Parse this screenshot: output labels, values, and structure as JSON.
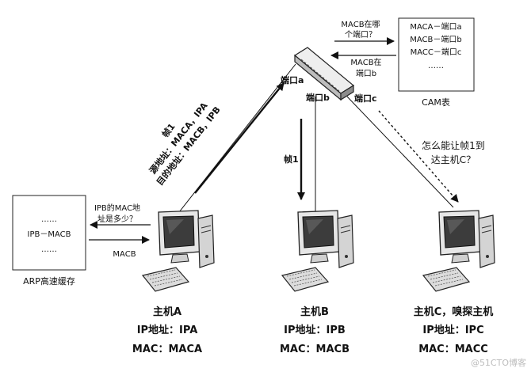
{
  "cam": {
    "lines": [
      "MACA－端口a",
      "MACB－端口b",
      "MACC－端口c",
      "……"
    ],
    "title": "CAM表",
    "query_line1": "MACB在哪",
    "query_line2": "个端口？",
    "reply_line1": "MACB在",
    "reply_line2": "端口b"
  },
  "switch_ports": {
    "a": "端口a",
    "b": "端口b",
    "c": "端口c"
  },
  "frame_a": {
    "line1": "帧1",
    "line2": "源地址：MACA，IPA",
    "line3": "目的地址：MACB，IPB"
  },
  "frame_b": "帧1",
  "question": {
    "line1": "怎么能让帧1到",
    "line2": "达主机C？"
  },
  "arp": {
    "lines": [
      "……",
      "IPB－MACB",
      "……"
    ],
    "title": "ARP高速缓存",
    "ask_line1": "IPB的MAC地",
    "ask_line2": "址是多少？",
    "reply": "MACB"
  },
  "hosts": [
    {
      "name": "主机A",
      "ip": "IP地址：IPA",
      "mac": "MAC：MACA"
    },
    {
      "name": "主机B",
      "ip": "IP地址：IPB",
      "mac": "MAC：MACB"
    },
    {
      "name": "主机C，嗅探主机",
      "ip": "IP地址：IPC",
      "mac": "MAC：MACC"
    }
  ],
  "watermark": "@51CTO博客"
}
